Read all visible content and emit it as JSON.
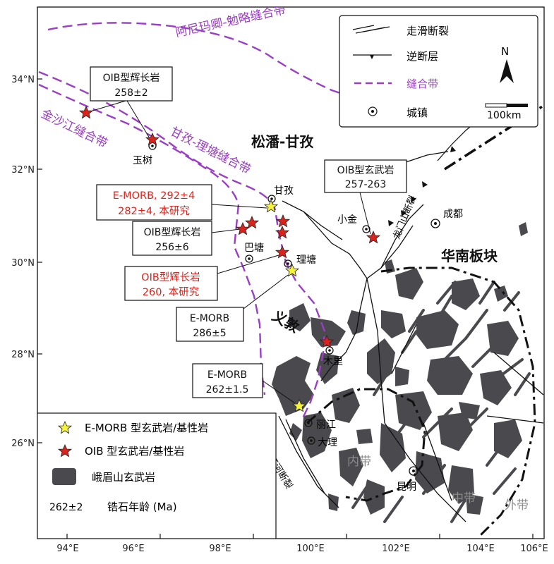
{
  "title": "",
  "axes": {
    "lon_ticks": [
      "94°E",
      "96°E",
      "98°E",
      "100°E",
      "102°E",
      "104°E",
      "106°E"
    ],
    "lat_ticks": [
      "34°N",
      "32°N",
      "30°N",
      "28°N",
      "26°N"
    ]
  },
  "legend_top": {
    "strike_slip": "走滑断裂",
    "thrust": "逆断层",
    "suture": "缝合带",
    "town": "城镇",
    "north": "N",
    "scale": "100km"
  },
  "legend_bottom": {
    "emorb": "E-MORB 型玄武岩/基性岩",
    "oib": "OIB 型玄武岩/基性岩",
    "emeishan": "峨眉山玄武岩",
    "zircon_sample": "262±2",
    "zircon_label": "锆石年龄 (Ma)"
  },
  "regions": {
    "songpan": "松潘-甘孜",
    "south_china": "华南板块",
    "yidun": "义敦",
    "inner": "内带",
    "middle": "中带",
    "outer": "外带"
  },
  "sutures": {
    "anyimaqen": "阿尼玛卿-勉略缝合带",
    "jinsha": "金沙江缝合带",
    "ganzi": "甘孜-理塘缝合带"
  },
  "faults": {
    "longmenshan": "龙门山断裂",
    "honghe": "红河断裂"
  },
  "towns": {
    "yushu": "玉树",
    "ganzi": "甘孜",
    "batang": "巴塘",
    "litang": "理塘",
    "muli": "木里",
    "lijiang": "丽江",
    "dali": "大理",
    "kunming": "昆明",
    "chengdu": "成都",
    "xiaojin": "小金"
  },
  "sample_boxes": {
    "oib_yushu": [
      "OIB型辉长岩",
      "258±2"
    ],
    "emorb_red": [
      "E-MORB, 292±4",
      "282±4, 本研究"
    ],
    "oib_256": [
      "OIB型辉长岩",
      "256±6"
    ],
    "oib_red": [
      "OIB型辉长岩",
      "260, 本研究"
    ],
    "emorb_286": [
      "E-MORB",
      "286±5"
    ],
    "emorb_262": [
      "E-MORB",
      "262±1.5"
    ],
    "oib_xiaojin": [
      "OIB型玄武岩",
      "257-263"
    ]
  },
  "colors": {
    "suture": "#9a3fc4",
    "emeishan": "#4a4a4e",
    "emorb_star": "#f5f23c",
    "oib_star": "#d9231c",
    "highlight_text": "#e0201a"
  }
}
